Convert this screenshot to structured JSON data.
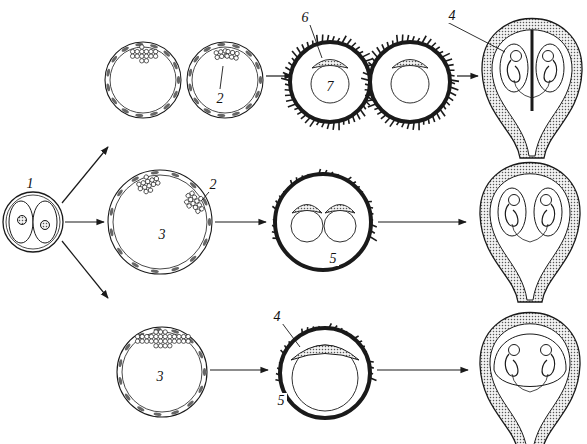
{
  "diagram": {
    "labels": [
      "1",
      "2",
      "6",
      "7",
      "4",
      "2",
      "3",
      "5",
      "4",
      "3",
      "5"
    ]
  }
}
